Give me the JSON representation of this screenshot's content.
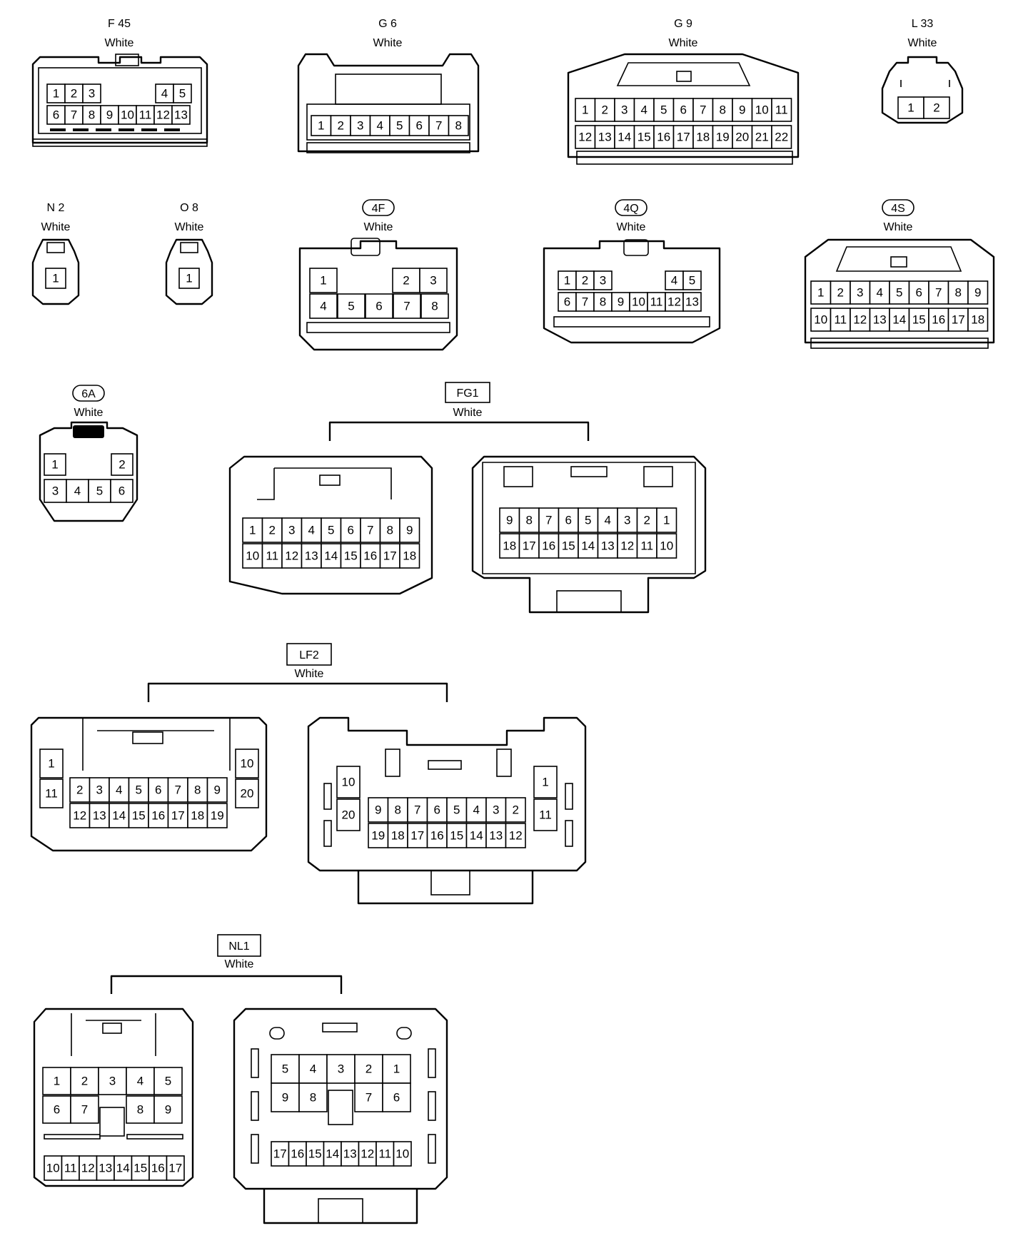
{
  "connectors": [
    {
      "id": "f45",
      "code": "F 45",
      "color": "White",
      "tag_style": "plain",
      "pins": [
        "1",
        "2",
        "3",
        "4",
        "5",
        "6",
        "7",
        "8",
        "9",
        "10",
        "11",
        "12",
        "13"
      ]
    },
    {
      "id": "g6",
      "code": "G 6",
      "color": "White",
      "tag_style": "plain",
      "pins": [
        "1",
        "2",
        "3",
        "4",
        "5",
        "6",
        "7",
        "8"
      ]
    },
    {
      "id": "g9",
      "code": "G 9",
      "color": "White",
      "tag_style": "plain",
      "pins": [
        "1",
        "2",
        "3",
        "4",
        "5",
        "6",
        "7",
        "8",
        "9",
        "10",
        "11",
        "12",
        "13",
        "14",
        "15",
        "16",
        "17",
        "18",
        "19",
        "20",
        "21",
        "22"
      ]
    },
    {
      "id": "l33",
      "code": "L 33",
      "color": "White",
      "tag_style": "plain",
      "pins": [
        "1",
        "2"
      ]
    },
    {
      "id": "n2",
      "code": "N 2",
      "color": "White",
      "tag_style": "plain",
      "pins": [
        "1"
      ]
    },
    {
      "id": "o8",
      "code": "O 8",
      "color": "White",
      "tag_style": "plain",
      "pins": [
        "1"
      ]
    },
    {
      "id": "4f",
      "code": "4F",
      "color": "White",
      "tag_style": "rounded",
      "pins": [
        "1",
        "2",
        "3",
        "4",
        "5",
        "6",
        "7",
        "8"
      ]
    },
    {
      "id": "4q",
      "code": "4Q",
      "color": "White",
      "tag_style": "rounded",
      "pins": [
        "1",
        "2",
        "3",
        "4",
        "5",
        "6",
        "7",
        "8",
        "9",
        "10",
        "11",
        "12",
        "13"
      ]
    },
    {
      "id": "4s",
      "code": "4S",
      "color": "White",
      "tag_style": "rounded",
      "pins": [
        "1",
        "2",
        "3",
        "4",
        "5",
        "6",
        "7",
        "8",
        "9",
        "10",
        "11",
        "12",
        "13",
        "14",
        "15",
        "16",
        "17",
        "18"
      ]
    },
    {
      "id": "6a",
      "code": "6A",
      "color": "White",
      "tag_style": "rounded",
      "pins": [
        "1",
        "2",
        "3",
        "4",
        "5",
        "6"
      ]
    },
    {
      "id": "fg1",
      "code": "FG1",
      "color": "White",
      "tag_style": "box",
      "male_pins": [
        "1",
        "2",
        "3",
        "4",
        "5",
        "6",
        "7",
        "8",
        "9",
        "10",
        "11",
        "12",
        "13",
        "14",
        "15",
        "16",
        "17",
        "18"
      ],
      "female_pins": [
        "9",
        "8",
        "7",
        "6",
        "5",
        "4",
        "3",
        "2",
        "1",
        "18",
        "17",
        "16",
        "15",
        "14",
        "13",
        "12",
        "11",
        "10"
      ]
    },
    {
      "id": "lf2",
      "code": "LF2",
      "color": "White",
      "tag_style": "box",
      "male_pins": [
        "1",
        "11",
        "2",
        "3",
        "4",
        "5",
        "6",
        "7",
        "8",
        "9",
        "12",
        "13",
        "14",
        "15",
        "16",
        "17",
        "18",
        "19",
        "10",
        "20"
      ],
      "female_pins": [
        "10",
        "20",
        "9",
        "8",
        "7",
        "6",
        "5",
        "4",
        "3",
        "2",
        "19",
        "18",
        "17",
        "16",
        "15",
        "14",
        "13",
        "12",
        "1",
        "11"
      ]
    },
    {
      "id": "nl1",
      "code": "NL1",
      "color": "White",
      "tag_style": "box",
      "male_pins": [
        "1",
        "2",
        "3",
        "4",
        "5",
        "6",
        "7",
        "8",
        "9",
        "10",
        "11",
        "12",
        "13",
        "14",
        "15",
        "16",
        "17"
      ],
      "female_pins": [
        "5",
        "4",
        "3",
        "2",
        "1",
        "9",
        "8",
        "7",
        "6",
        "17",
        "16",
        "15",
        "14",
        "13",
        "12",
        "11",
        "10"
      ]
    }
  ]
}
